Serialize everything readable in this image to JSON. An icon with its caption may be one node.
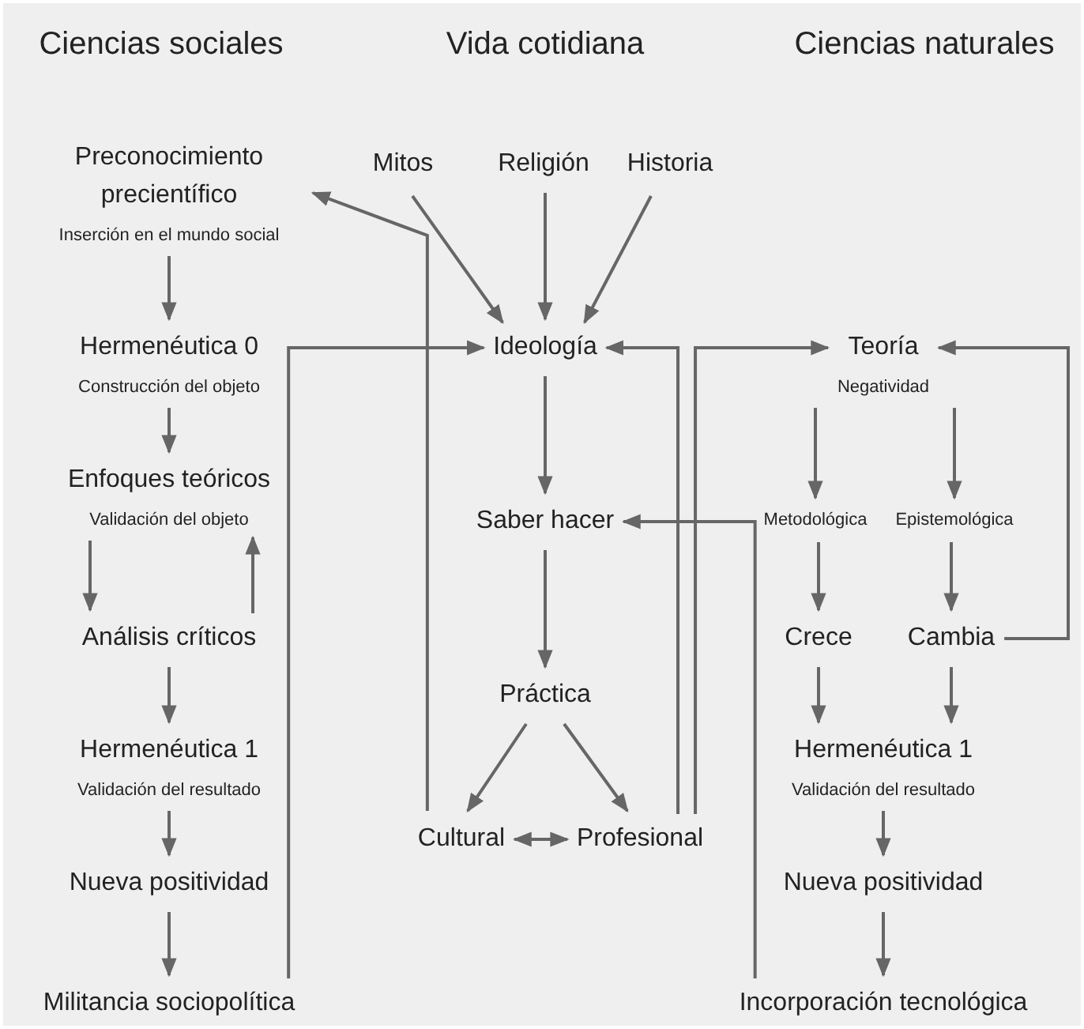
{
  "diagram": {
    "nodes": [
      {
        "text": [
          "Preconocimiento precientífico",
          "Inserción en el mundo social"
        ]
      },
      {
        "text": [
          "Hermenéutica 0",
          "Construcción del objeto"
        ]
      },
      {
        "text": [
          "Enfoques teóricos",
          "Validación del objeto"
        ]
      },
      {
        "text": [
          "Análisis críticos"
        ]
      },
      {
        "text": [
          "Hermenéutica 1",
          "Validación del resultado"
        ]
      },
      {
        "text": [
          "Nueva positividad"
        ]
      },
      {
        "text": [
          "Militancia sociopolítica"
        ]
      },
      {
        "text": [
          "Mitos"
        ]
      },
      {
        "text": [
          "Religión"
        ]
      },
      {
        "text": [
          "Historia"
        ]
      },
      {
        "text": [
          "Ideología"
        ]
      },
      {
        "text": [
          "Saber hacer"
        ]
      },
      {
        "text": [
          "Práctica"
        ]
      },
      {
        "text": [
          "Cultural"
        ]
      },
      {
        "text": [
          "Profesional"
        ]
      },
      {
        "text": [
          "Teoría",
          "Negatividad"
        ]
      },
      {
        "text": [
          "Metodológica"
        ]
      },
      {
        "text": [
          "Epistemológica"
        ]
      },
      {
        "text": [
          "Crece"
        ]
      },
      {
        "text": [
          "Cambia"
        ]
      },
      {
        "text": [
          "Hermenéutica 1",
          "Validación del resultado"
        ]
      },
      {
        "text": [
          "Nueva positividad"
        ]
      },
      {
        "text": [
          "Incorporación tecnológica"
        ]
      }
    ],
    "edges": [
      {
        "from": 0,
        "to": 1,
        "arrow": "to"
      },
      {
        "from": 1,
        "to": 2,
        "arrow": "to"
      },
      {
        "from": 2,
        "to": 3,
        "arrow": "to"
      },
      {
        "from": 3,
        "to": 2,
        "arrow": "to"
      },
      {
        "from": 3,
        "to": 4,
        "arrow": "to"
      },
      {
        "from": 4,
        "to": 5,
        "arrow": "to"
      },
      {
        "from": 5,
        "to": 6,
        "arrow": "to"
      },
      {
        "from": 7,
        "to": 10,
        "arrow": "to"
      },
      {
        "from": 8,
        "to": 10,
        "arrow": "to"
      },
      {
        "from": 9,
        "to": 10,
        "arrow": "to"
      },
      {
        "from": 10,
        "to": 11,
        "arrow": "to"
      },
      {
        "from": 11,
        "to": 12,
        "arrow": "to"
      },
      {
        "from": 12,
        "to": 13,
        "arrow": "to"
      },
      {
        "from": 12,
        "to": 14,
        "arrow": "to"
      },
      {
        "from": 13,
        "to": 14,
        "arrow": "both"
      },
      {
        "from": 13,
        "to": 0,
        "arrow": "to"
      },
      {
        "from": 6,
        "to": 10,
        "arrow": "to"
      },
      {
        "from": 14,
        "to": 10,
        "arrow": "to"
      },
      {
        "from": 14,
        "to": 15,
        "arrow": "to"
      },
      {
        "from": 22,
        "to": 11,
        "arrow": "to"
      },
      {
        "from": 15,
        "to": 16,
        "arrow": "to"
      },
      {
        "from": 15,
        "to": 17,
        "arrow": "to"
      },
      {
        "from": 16,
        "to": 18,
        "arrow": "to"
      },
      {
        "from": 17,
        "to": 19,
        "arrow": "to"
      },
      {
        "from": 18,
        "to": 20,
        "arrow": "to"
      },
      {
        "from": 19,
        "to": 20,
        "arrow": "to"
      },
      {
        "from": 20,
        "to": 21,
        "arrow": "to"
      },
      {
        "from": 21,
        "to": 22,
        "arrow": "to"
      },
      {
        "from": 19,
        "to": 15,
        "arrow": "to"
      }
    ],
    "labels": [
      "Ciencias sociales",
      "Vida cotidiana",
      "Ciencias naturales"
    ]
  }
}
